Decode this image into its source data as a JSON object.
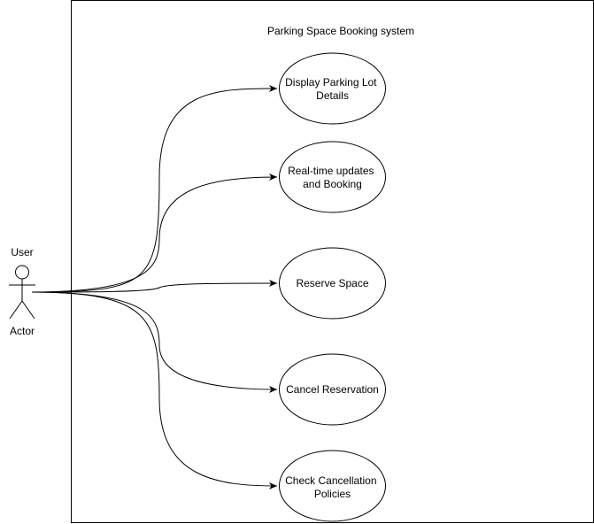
{
  "system": {
    "title": "Parking Space Booking system"
  },
  "actor": {
    "name": "User",
    "caption": "Actor"
  },
  "use_cases": [
    {
      "lines": [
        "Display Parking Lot",
        "Details"
      ]
    },
    {
      "lines": [
        "Real-time updates",
        "and Booking"
      ]
    },
    {
      "lines": [
        "Reserve Space"
      ]
    },
    {
      "lines": [
        "Cancel Reservation"
      ]
    },
    {
      "lines": [
        "Check Cancellation",
        "Policies"
      ]
    }
  ],
  "colors": {
    "stroke": "#000000",
    "fill": "#ffffff",
    "text": "#000000"
  }
}
